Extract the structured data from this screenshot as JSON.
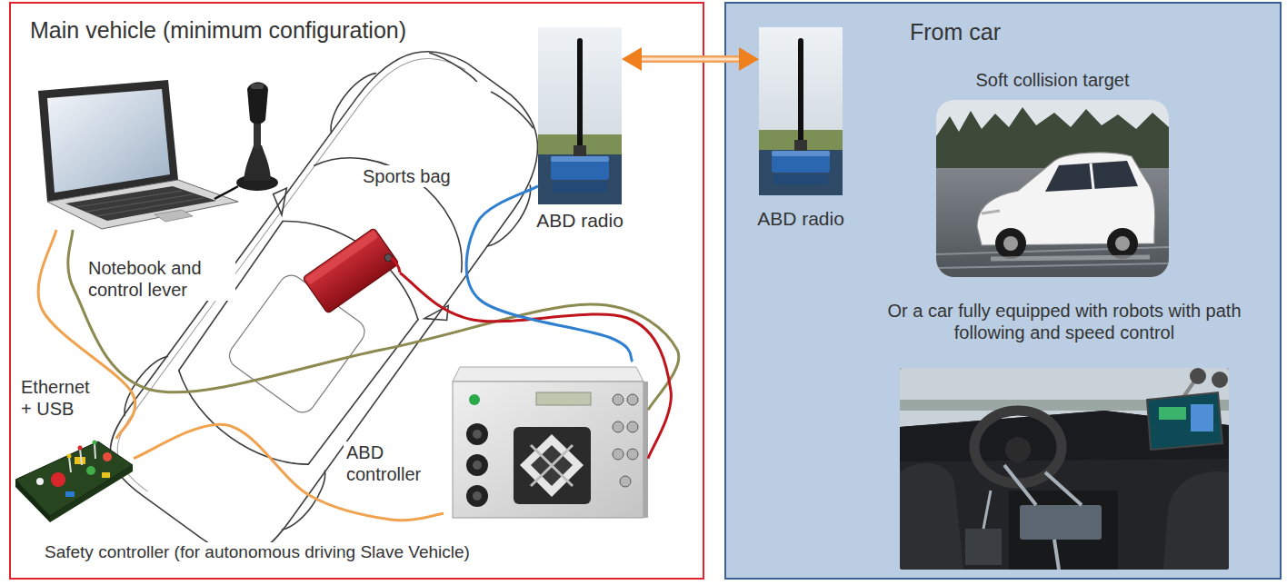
{
  "diagram": {
    "nodes": [
      {
        "text": [
          "Main vehicle (minimum configuration)"
        ]
      },
      {
        "text": [
          "Notebook and control lever"
        ],
        "in": 0
      },
      {
        "text": [
          "Sports bag"
        ],
        "in": 0
      },
      {
        "text": [
          "ABD radio"
        ],
        "in": 0
      },
      {
        "text": [
          "ABD controller"
        ],
        "in": 0
      },
      {
        "text": [
          "Safety controller (for autonomous driving Slave Vehicle)"
        ],
        "in": 0
      },
      {
        "text": [
          "From car"
        ]
      },
      {
        "text": [
          "ABD radio"
        ],
        "in": 6
      },
      {
        "text": [
          "Soft collision target"
        ],
        "in": 6
      },
      {
        "text": [
          "Or a car fully equipped with robots with path following and speed control"
        ],
        "in": 6
      }
    ],
    "edges": [
      {
        "from": 3,
        "to": 7,
        "arrow": "both"
      },
      {
        "from": 1,
        "to": 5,
        "label": "Ethernet + USB",
        "arrow": "none"
      },
      {
        "from": 1,
        "to": 4,
        "arrow": "none"
      },
      {
        "from": 2,
        "to": 4,
        "arrow": "none"
      },
      {
        "from": 3,
        "to": 4,
        "arrow": "none"
      },
      {
        "from": 5,
        "to": 4,
        "arrow": "none"
      }
    ]
  }
}
